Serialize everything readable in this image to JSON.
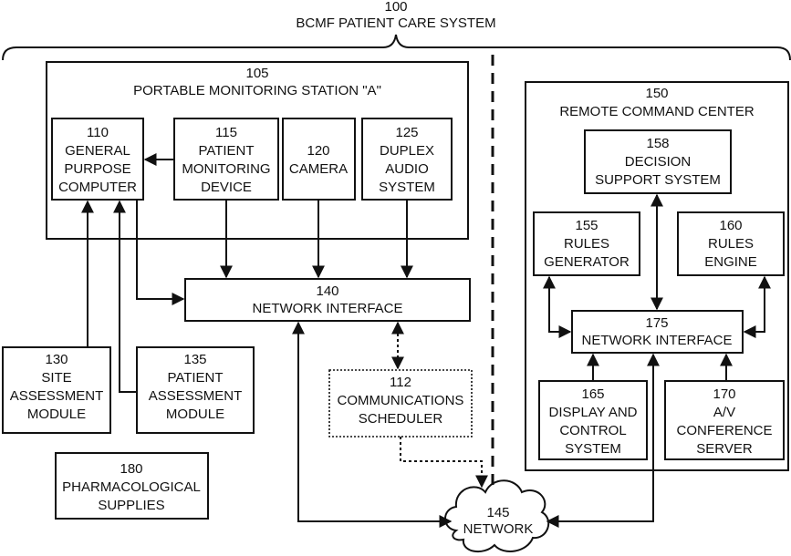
{
  "system": {
    "num": "100",
    "title": "BCMF PATIENT CARE SYSTEM"
  },
  "station": {
    "num": "105",
    "title": "PORTABLE MONITORING STATION \"A\""
  },
  "computer": {
    "num": "110",
    "l1": "GENERAL",
    "l2": "PURPOSE",
    "l3": "COMPUTER"
  },
  "monitor": {
    "num": "115",
    "l1": "PATIENT",
    "l2": "MONITORING",
    "l3": "DEVICE"
  },
  "camera": {
    "num": "120",
    "l1": "CAMERA"
  },
  "audio": {
    "num": "125",
    "l1": "DUPLEX",
    "l2": "AUDIO",
    "l3": "SYSTEM"
  },
  "netif_local": {
    "num": "140",
    "l1": "NETWORK INTERFACE"
  },
  "site": {
    "num": "130",
    "l1": "SITE",
    "l2": "ASSESSMENT",
    "l3": "MODULE"
  },
  "patient_assess": {
    "num": "135",
    "l1": "PATIENT",
    "l2": "ASSESSMENT",
    "l3": "MODULE"
  },
  "scheduler": {
    "num": "112",
    "l1": "COMMUNICATIONS",
    "l2": "SCHEDULER"
  },
  "pharma": {
    "num": "180",
    "l1": "PHARMACOLOGICAL",
    "l2": "SUPPLIES"
  },
  "network": {
    "num": "145",
    "l1": "NETWORK"
  },
  "remote": {
    "num": "150",
    "title": "REMOTE COMMAND CENTER"
  },
  "decision": {
    "num": "158",
    "l1": "DECISION",
    "l2": "SUPPORT SYSTEM"
  },
  "rules_gen": {
    "num": "155",
    "l1": "RULES",
    "l2": "GENERATOR"
  },
  "rules_eng": {
    "num": "160",
    "l1": "RULES",
    "l2": "ENGINE"
  },
  "netif_remote": {
    "num": "175",
    "l1": "NETWORK INTERFACE"
  },
  "display": {
    "num": "165",
    "l1": "DISPLAY AND",
    "l2": "CONTROL",
    "l3": "SYSTEM"
  },
  "av": {
    "num": "170",
    "l1": "A/V",
    "l2": "CONFERENCE",
    "l3": "SERVER"
  }
}
